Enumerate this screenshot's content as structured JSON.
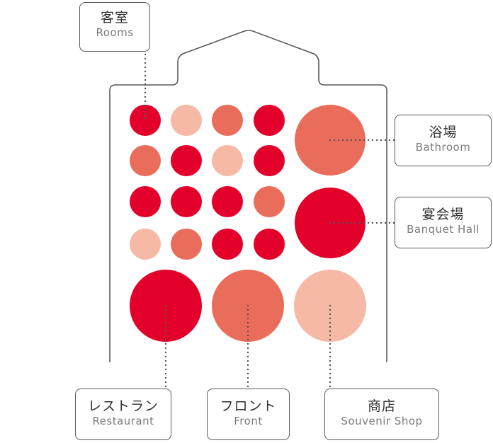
{
  "colors": {
    "red": "#e3002b",
    "salmon": "#ea6d5b",
    "pink": "#f6b9a6",
    "outline": "#595959",
    "dots": "#555555"
  },
  "room_grid": [
    [
      "red",
      "pink",
      "salmon",
      "red"
    ],
    [
      "salmon",
      "red",
      "pink",
      "red"
    ],
    [
      "red",
      "red",
      "red",
      "salmon"
    ],
    [
      "pink",
      "salmon",
      "red",
      "red"
    ]
  ],
  "facilities": {
    "bathroom": "salmon",
    "banquet": "red",
    "restaurant": "red",
    "front": "salmon",
    "shop": "pink"
  },
  "labels": {
    "rooms": {
      "jp": "客室",
      "en": "Rooms"
    },
    "bathroom": {
      "jp": "浴場",
      "en": "Bathroom"
    },
    "banquet": {
      "jp": "宴会場",
      "en": "Banquet Hall"
    },
    "restaurant": {
      "jp": "レストラン",
      "en": "Restaurant"
    },
    "front": {
      "jp": "フロント",
      "en": "Front"
    },
    "shop": {
      "jp": "商店",
      "en": "Souvenir Shop"
    }
  }
}
